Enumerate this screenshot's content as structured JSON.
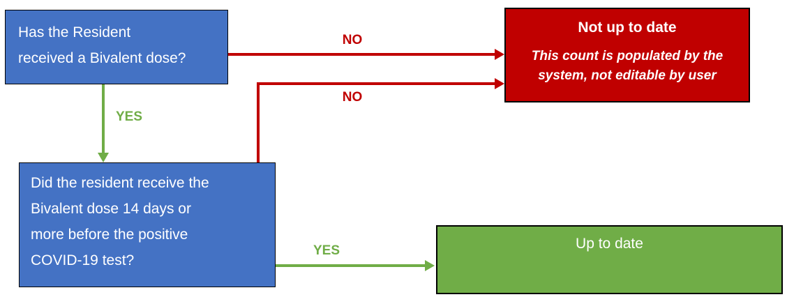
{
  "nodes": {
    "question1": {
      "text": "Has the Resident\nreceived a Bivalent dose?"
    },
    "question2": {
      "text": "Did the resident receive the\nBivalent dose 14 days or\nmore before the positive\nCOVID-19 test?"
    },
    "not_up_to_date": {
      "title": "Not up to date",
      "note": "This count is populated by the\nsystem, not editable by user"
    },
    "up_to_date": {
      "title": "Up to date"
    }
  },
  "edges": {
    "q1_no": {
      "label": "NO"
    },
    "q2_no": {
      "label": "NO"
    },
    "q1_yes": {
      "label": "YES"
    },
    "q2_yes": {
      "label": "YES"
    }
  },
  "colors": {
    "node_blue": "#4472C4",
    "node_red": "#C00000",
    "node_green": "#70AD47",
    "arrow_red": "#C00000",
    "arrow_green": "#70AD47",
    "text_white": "#FFFFFF",
    "border_black": "#000000"
  }
}
